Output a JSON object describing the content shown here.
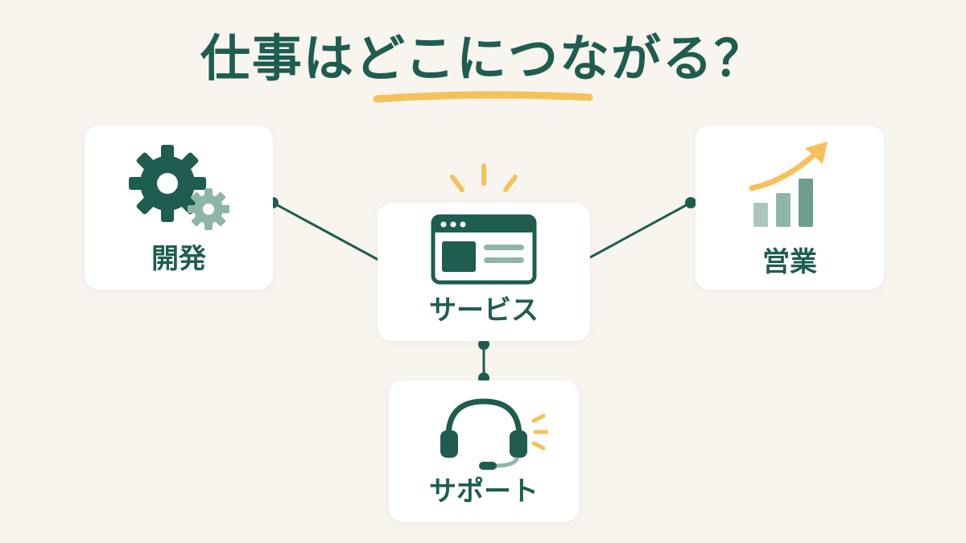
{
  "title": "仕事はどこにつながる？",
  "nodes": {
    "development": {
      "label": "開発",
      "icon": "gears-icon"
    },
    "service": {
      "label": "サービス",
      "icon": "browser-window-icon"
    },
    "sales": {
      "label": "営業",
      "icon": "growth-chart-icon"
    },
    "support": {
      "label": "サポート",
      "icon": "headset-icon"
    }
  },
  "colors": {
    "primary": "#1e5d50",
    "accent": "#f6c15b",
    "muted": "#8fb5ab",
    "background": "#f8f5ee"
  }
}
